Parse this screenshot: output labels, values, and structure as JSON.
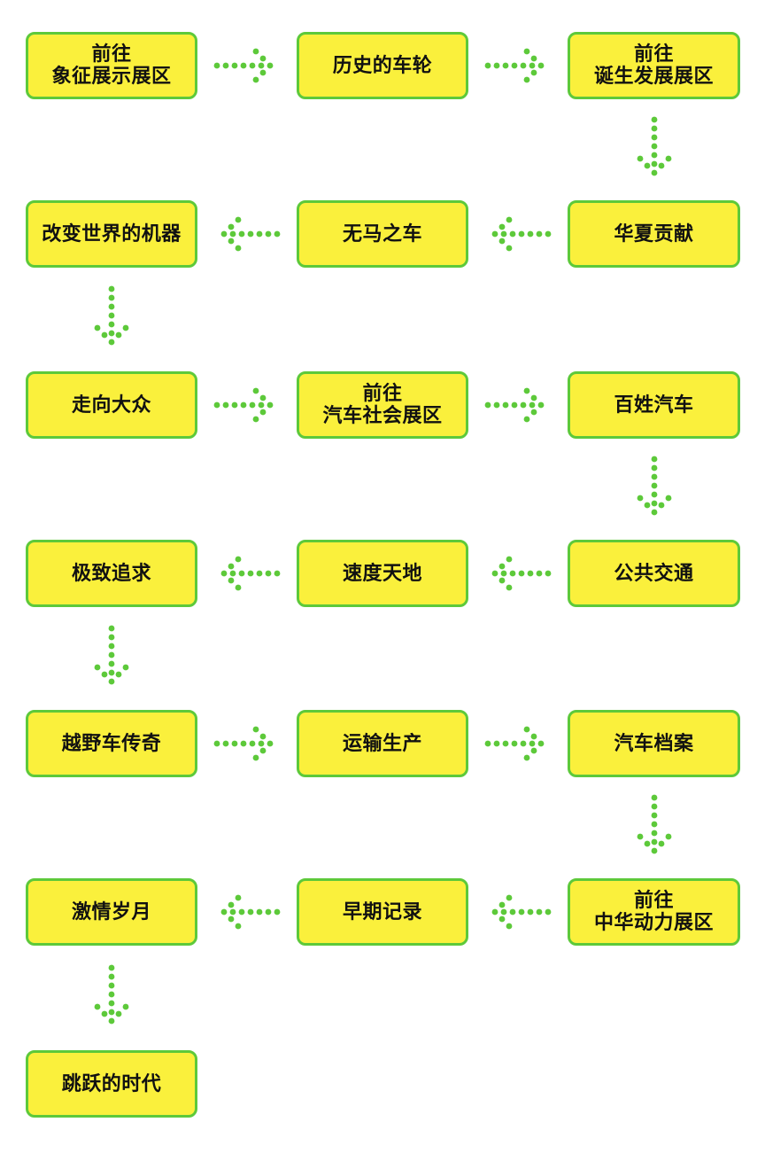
{
  "colors": {
    "box_fill": "#FAF03C",
    "box_border": "#5DC93A",
    "arrow_dots": "#5DC93A",
    "text": "#111111"
  },
  "steps": [
    {
      "label": "前往\n象征展示展区"
    },
    {
      "label": "历史的车轮"
    },
    {
      "label": "前往\n诞生发展展区"
    },
    {
      "label": "华夏贡献"
    },
    {
      "label": "无马之车"
    },
    {
      "label": "改变世界的机器"
    },
    {
      "label": "走向大众"
    },
    {
      "label": "前往\n汽车社会展区"
    },
    {
      "label": "百姓汽车"
    },
    {
      "label": "公共交通"
    },
    {
      "label": "速度天地"
    },
    {
      "label": "极致追求"
    },
    {
      "label": "越野车传奇"
    },
    {
      "label": "运输生产"
    },
    {
      "label": "汽车档案"
    },
    {
      "label": "前往\n中华动力展区"
    },
    {
      "label": "早期记录"
    },
    {
      "label": "激情岁月"
    },
    {
      "label": "跳跃的时代"
    }
  ]
}
